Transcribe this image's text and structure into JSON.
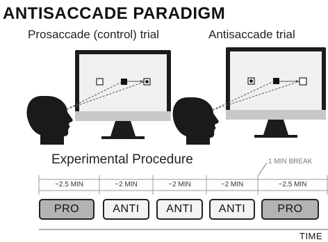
{
  "title": "ANTISACCADE PARADIGM",
  "pro_trial_label": "Prosaccade (control) trial",
  "anti_trial_label": "Antisaccade trial",
  "procedure_label": "Experimental Procedure",
  "break_label": "1 MIN BREAK",
  "time_label": "TIME",
  "durations": [
    "~2.5 MIN",
    "~2 MIN",
    "~2 MIN",
    "~2 MIN",
    "~2.5 MIN"
  ],
  "blocks": [
    {
      "label": "PRO",
      "type": "pro"
    },
    {
      "label": "ANTI",
      "type": "anti"
    },
    {
      "label": "ANTI",
      "type": "anti"
    },
    {
      "label": "ANTI",
      "type": "anti"
    },
    {
      "label": "PRO",
      "type": "pro"
    }
  ],
  "colors": {
    "pro_block_fill": "#b3b3b3",
    "anti_block_fill": "#f3f3f3",
    "screen_fill": "#f0f0f0",
    "monitor_bezel": "#1c1c1c",
    "monitor_base": "#c8c8c8",
    "head": "#1a1a1a"
  },
  "icons": [
    "head-silhouette-icon",
    "monitor-icon",
    "fixation-square-icon",
    "target-dot-icon"
  ]
}
